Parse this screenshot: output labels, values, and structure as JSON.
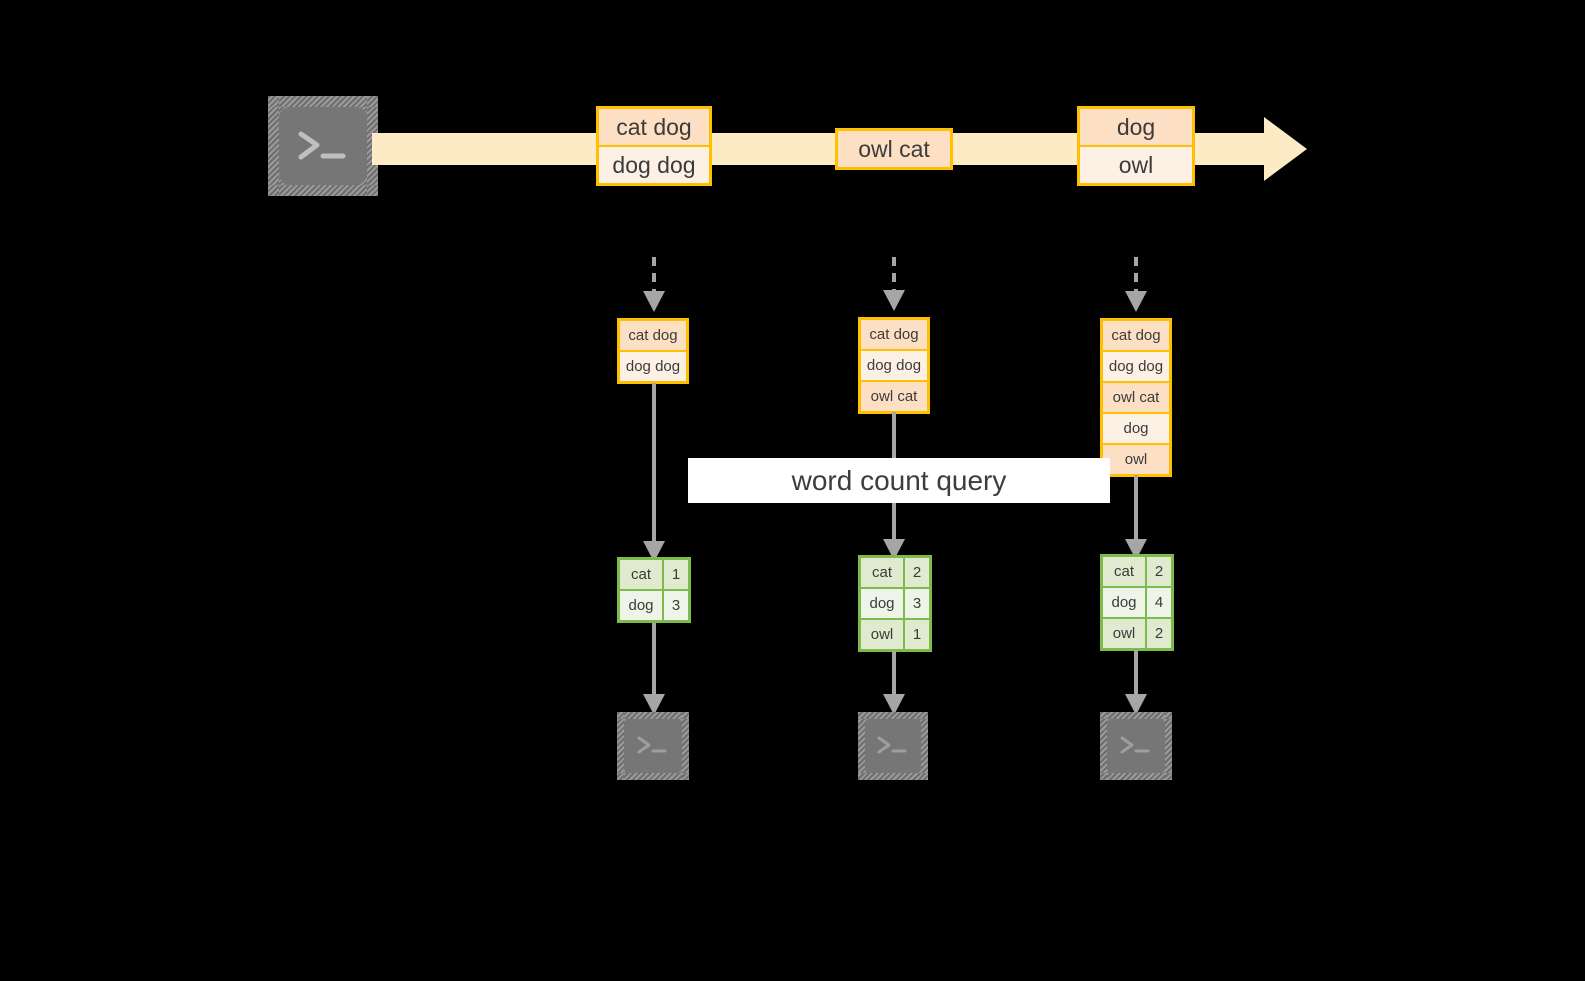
{
  "diagram": {
    "title": "word count query streaming diagram",
    "colors": {
      "background": "#000000",
      "stream_band": "#fcebc5",
      "record_border": "#ffc000",
      "record_fill_dark": "#fde0c4",
      "record_fill_light": "#fdf1e6",
      "result_border": "#7fba4c",
      "result_fill_dark": "#dfeacf",
      "result_fill_light": "#eef4e7",
      "arrow_gray": "#a6a6a6",
      "terminal_gray": "#767676",
      "banner_bg": "#ffffff",
      "text": "#3b3b3b"
    }
  },
  "source": {
    "icon": "terminal-icon",
    "prompt": ">_"
  },
  "stream": {
    "batches": [
      {
        "id": "batch-1",
        "lines": [
          {
            "text": "cat dog",
            "shade": "dark"
          },
          {
            "text": "dog dog",
            "shade": "light"
          }
        ]
      },
      {
        "id": "batch-2",
        "lines": [
          {
            "text": "owl cat",
            "shade": "dark"
          }
        ]
      },
      {
        "id": "batch-3",
        "lines": [
          {
            "text": "dog",
            "shade": "dark"
          },
          {
            "text": "owl",
            "shade": "light"
          }
        ]
      }
    ]
  },
  "query": {
    "label": "word count query"
  },
  "columns": [
    {
      "id": "column-1",
      "accumulated": [
        {
          "text": "cat dog",
          "shade": "dark"
        },
        {
          "text": "dog dog",
          "shade": "light"
        }
      ],
      "result_rows": [
        {
          "word": "cat",
          "count": "1",
          "shade": "dark"
        },
        {
          "word": "dog",
          "count": "3",
          "shade": "light"
        }
      ],
      "sink": {
        "icon": "terminal-icon",
        "prompt": ">_"
      }
    },
    {
      "id": "column-2",
      "accumulated": [
        {
          "text": "cat dog",
          "shade": "dark"
        },
        {
          "text": "dog dog",
          "shade": "light"
        },
        {
          "text": "owl cat",
          "shade": "dark"
        }
      ],
      "result_rows": [
        {
          "word": "cat",
          "count": "2",
          "shade": "dark"
        },
        {
          "word": "dog",
          "count": "3",
          "shade": "light"
        },
        {
          "word": "owl",
          "count": "1",
          "shade": "dark"
        }
      ],
      "sink": {
        "icon": "terminal-icon",
        "prompt": ">_"
      }
    },
    {
      "id": "column-3",
      "accumulated": [
        {
          "text": "cat dog",
          "shade": "dark"
        },
        {
          "text": "dog dog",
          "shade": "light"
        },
        {
          "text": "owl cat",
          "shade": "dark"
        },
        {
          "text": "dog",
          "shade": "light"
        },
        {
          "text": "owl",
          "shade": "dark"
        }
      ],
      "result_rows": [
        {
          "word": "cat",
          "count": "2",
          "shade": "dark"
        },
        {
          "word": "dog",
          "count": "4",
          "shade": "light"
        },
        {
          "word": "owl",
          "count": "2",
          "shade": "dark"
        }
      ],
      "sink": {
        "icon": "terminal-icon",
        "prompt": ">_"
      }
    }
  ]
}
